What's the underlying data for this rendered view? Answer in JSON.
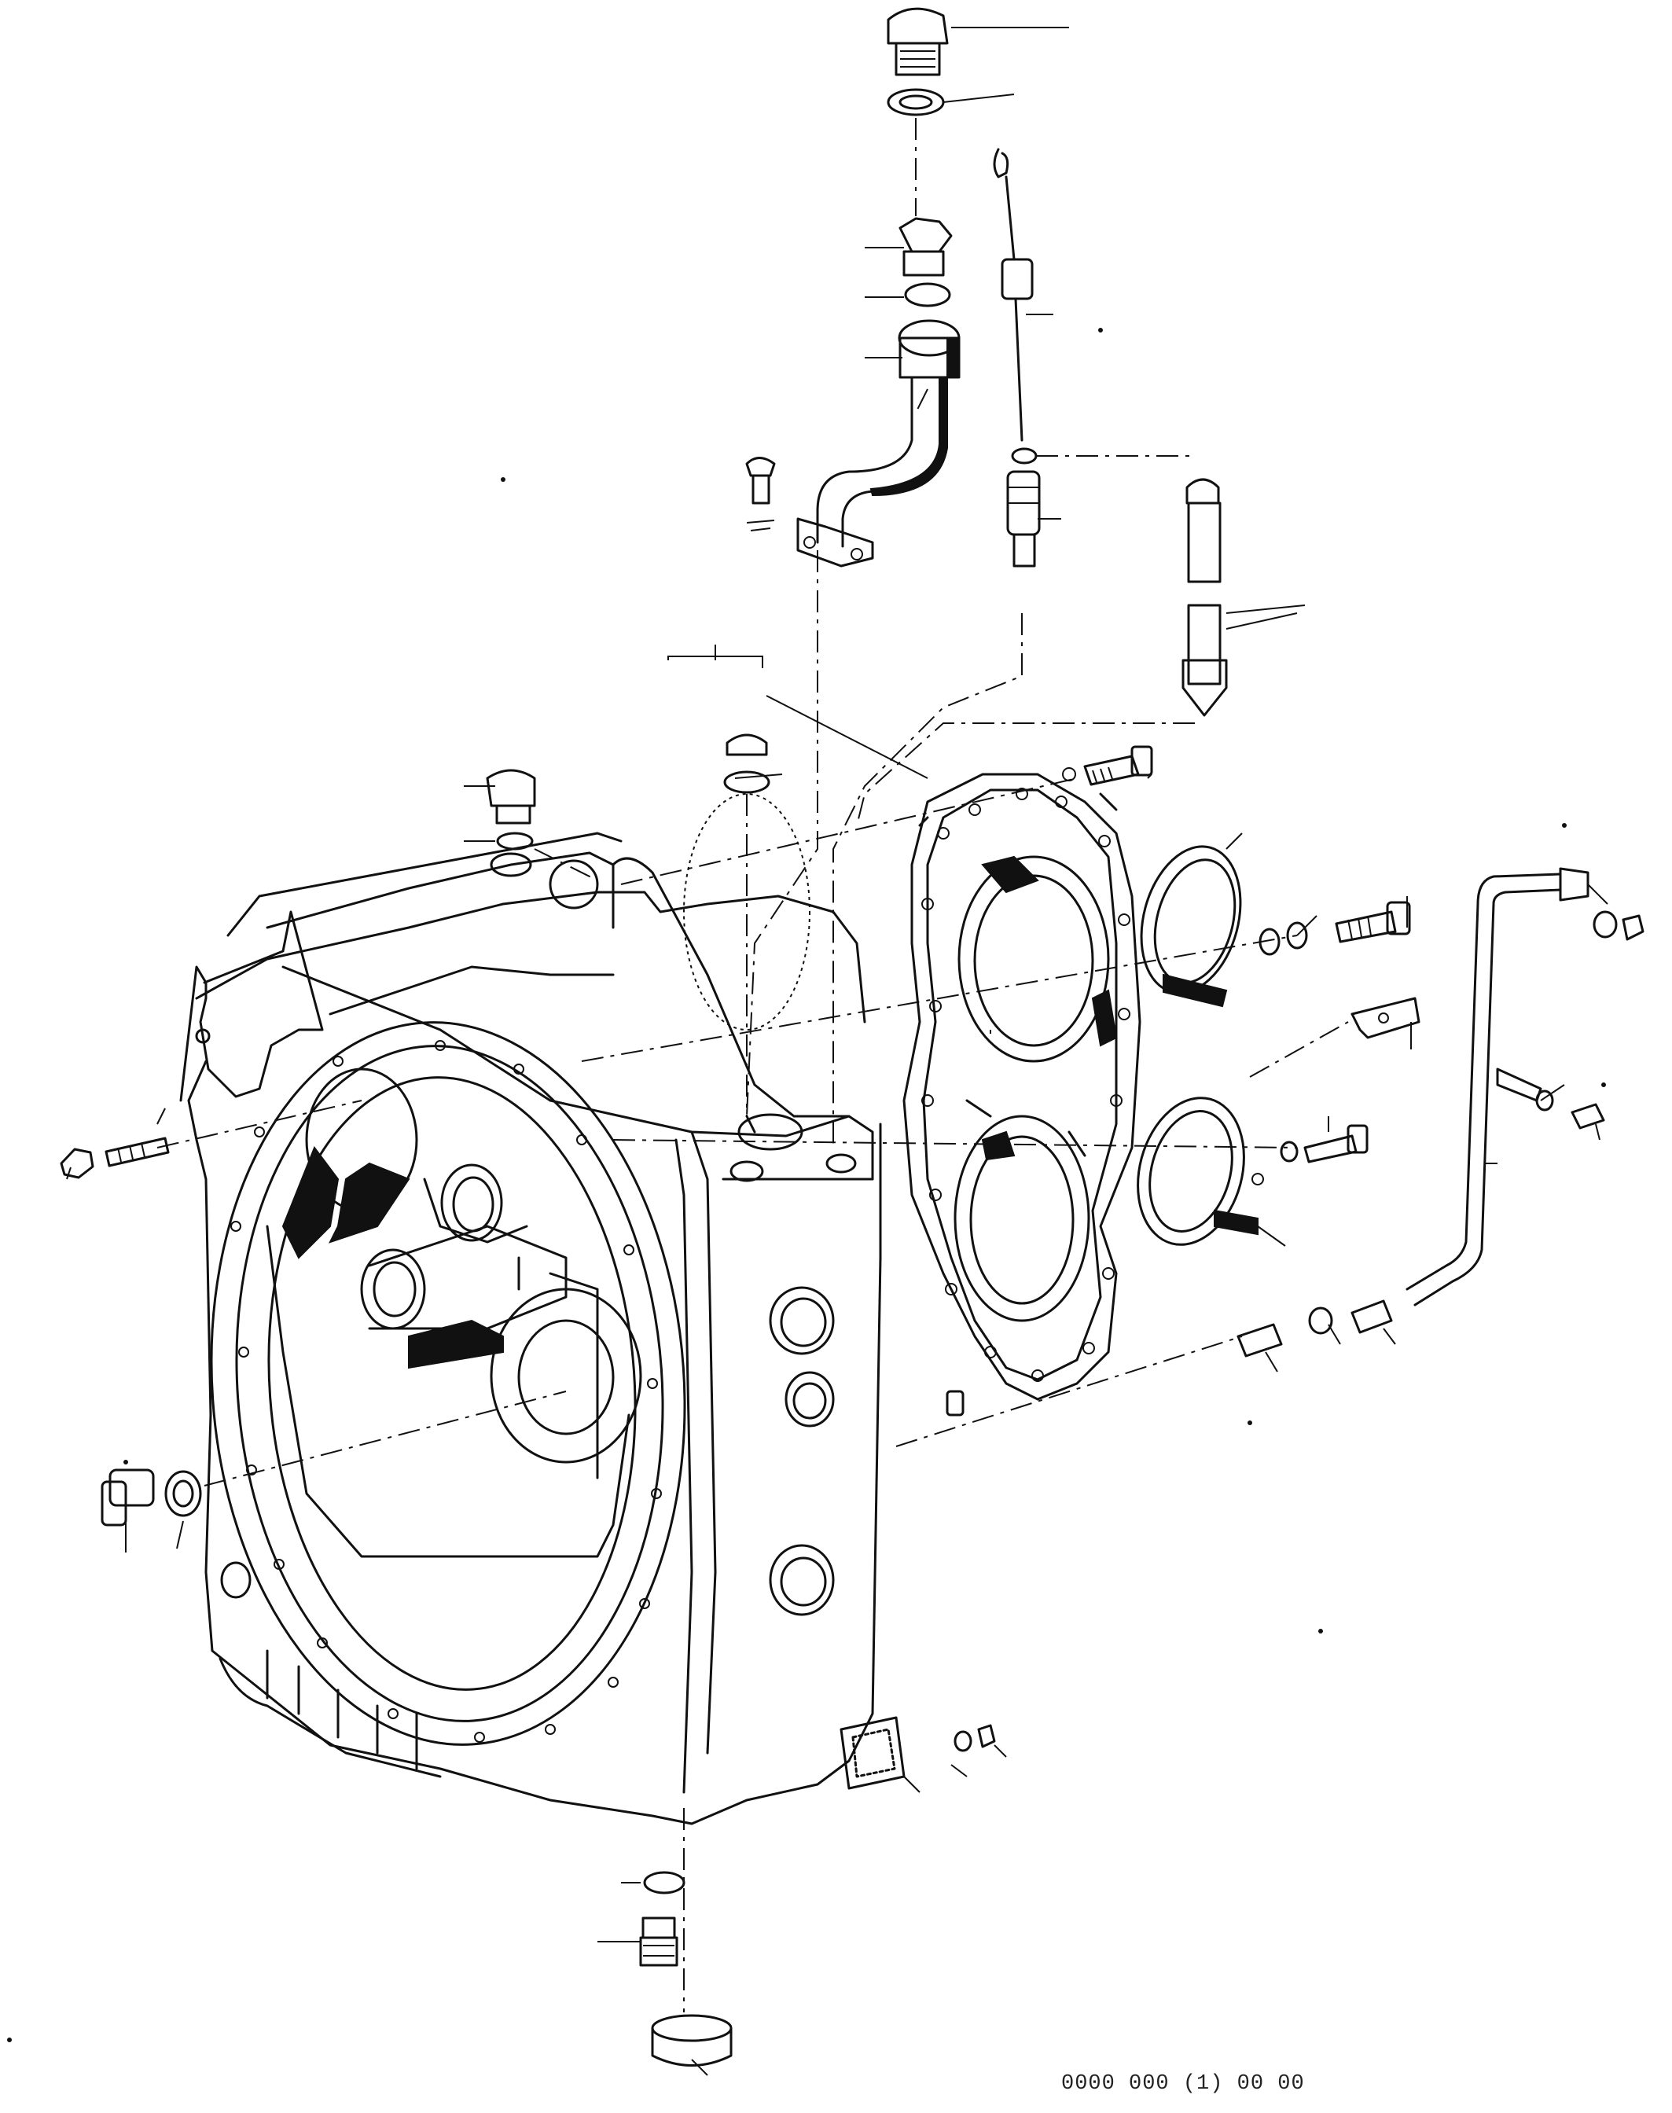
{
  "drawing": {
    "reference_code": "0000 000 (1) 00 00",
    "leaders": [
      {
        "id": "cap-top"
      },
      {
        "id": "washer-top"
      },
      {
        "id": "plug-hex"
      },
      {
        "id": "oring-small"
      },
      {
        "id": "filler-elbow"
      },
      {
        "id": "dipstick"
      },
      {
        "id": "oring-tube"
      },
      {
        "id": "tube-sleeve"
      },
      {
        "id": "tube-pair"
      },
      {
        "id": "cover-bracket"
      },
      {
        "id": "breather-top"
      },
      {
        "id": "breather-washer"
      },
      {
        "id": "gasket"
      },
      {
        "id": "vent-plug"
      },
      {
        "id": "vent-washer"
      },
      {
        "id": "bolt-upper"
      },
      {
        "id": "seal-ring"
      },
      {
        "id": "bolt-right"
      },
      {
        "id": "washer-right"
      },
      {
        "id": "bracket"
      },
      {
        "id": "hose-nut"
      },
      {
        "id": "pipe"
      },
      {
        "id": "clip"
      },
      {
        "id": "bolt-clip"
      },
      {
        "id": "bearing-cover"
      },
      {
        "id": "bolt-lower"
      },
      {
        "id": "fitting-a"
      },
      {
        "id": "fitting-b"
      },
      {
        "id": "fitting-c"
      },
      {
        "id": "stud-left"
      },
      {
        "id": "nut-left"
      },
      {
        "id": "drain-plug"
      },
      {
        "id": "drain-washer"
      },
      {
        "id": "inspection-cover"
      },
      {
        "id": "cover-gasket"
      },
      {
        "id": "cover-screw"
      },
      {
        "id": "bottom-washer"
      },
      {
        "id": "bottom-plug"
      },
      {
        "id": "magnet-plug"
      }
    ]
  }
}
